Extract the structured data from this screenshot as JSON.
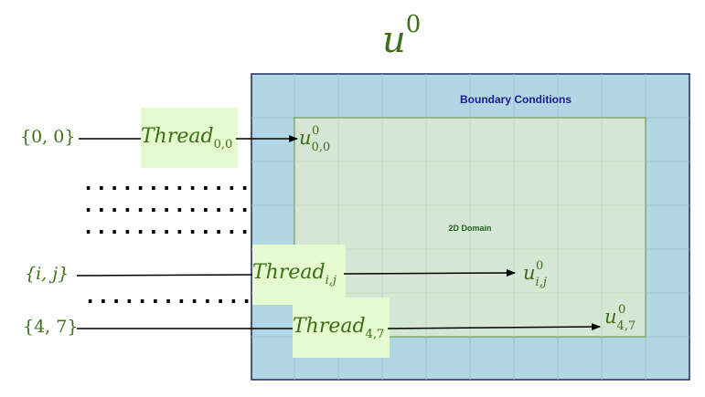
{
  "title": {
    "base": "u",
    "sup": "0"
  },
  "labels": {
    "boundary": "Boundary Conditions",
    "domain": "2D Domain"
  },
  "rows": [
    {
      "index": "{0, 0}",
      "thread_base": "Thread",
      "thread_sub": "0,0",
      "u_base": "u",
      "u_sub": "0,0",
      "u_sup": "0"
    },
    {
      "index": "{i, j}",
      "thread_base": "Thread",
      "thread_sub": "i,j",
      "u_base": "u",
      "u_sub": "i,j",
      "u_sup": "0"
    },
    {
      "index": "{4, 7}",
      "thread_base": "Thread",
      "thread_sub": "4,7",
      "u_base": "u",
      "u_sub": "4,7",
      "u_sup": "0"
    }
  ],
  "ellipsis": ".............",
  "colors": {
    "math_text": "#3b6e16",
    "boundary_fill": "#b1d7e5",
    "boundary_stroke": "#1f2a5a",
    "domain_fill": "#d8e7d4",
    "domain_stroke": "#6f9c4a",
    "thread_fill": "#e5fbcf",
    "grid": "#9ec2cf"
  }
}
